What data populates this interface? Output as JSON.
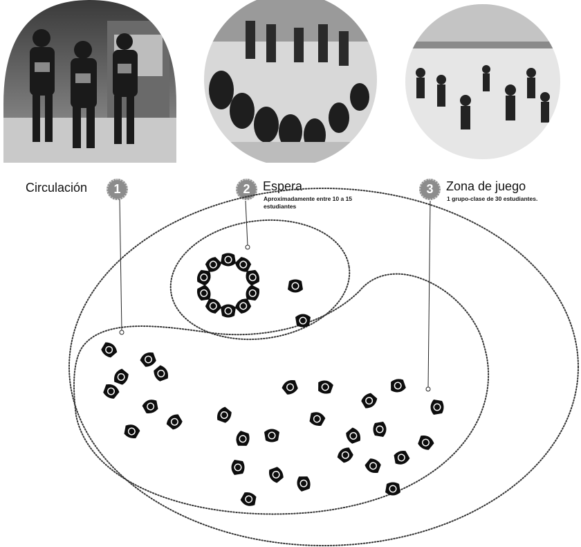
{
  "zones": [
    {
      "number": "1",
      "title": "Circulación",
      "subtitle": ""
    },
    {
      "number": "2",
      "title": "Espera",
      "subtitle": "Aproximadamente entre 10 a 15 estudiantes"
    },
    {
      "number": "3",
      "title": "Zona de juego",
      "subtitle": "1 grupo-clase de 30 estudiantes."
    }
  ],
  "photos": [
    {
      "depicts": "students walking away along a corridor"
    },
    {
      "depicts": "students sitting in a waiting group"
    },
    {
      "depicts": "students running and playing in a yard"
    }
  ],
  "figures": {
    "waiting_ring_count": 10,
    "waiting_pair_count": 2,
    "circulation_count": 8,
    "play_count": 20
  }
}
